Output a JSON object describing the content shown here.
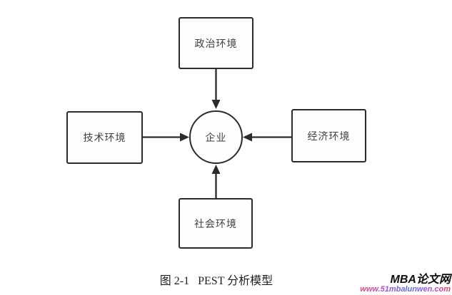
{
  "diagram": {
    "title_hint": "PEST analysis model",
    "nodes": {
      "top": {
        "label": "政治环境"
      },
      "left": {
        "label": "技术环境"
      },
      "right": {
        "label": "经济环境"
      },
      "bottom": {
        "label": "社会环境"
      },
      "center": {
        "label": "企业"
      }
    },
    "arrows": [
      {
        "from": "top",
        "to": "center",
        "direction": "down"
      },
      {
        "from": "left",
        "to": "center",
        "direction": "right"
      },
      {
        "from": "right",
        "to": "center",
        "direction": "left"
      },
      {
        "from": "bottom",
        "to": "center",
        "direction": "up"
      }
    ],
    "colors": {
      "line": "#2b2b2b",
      "node_text": "#3f3f3f",
      "background": "#ffffff"
    }
  },
  "caption": {
    "text": "图 2-1   PEST 分析模型"
  },
  "watermark": {
    "site_name": "MBA论文网",
    "site_url": "www.51mbalunwen.com",
    "url_gradient": [
      "#f5476b",
      "#a84de0",
      "#4d6df0",
      "#f03a55"
    ]
  }
}
